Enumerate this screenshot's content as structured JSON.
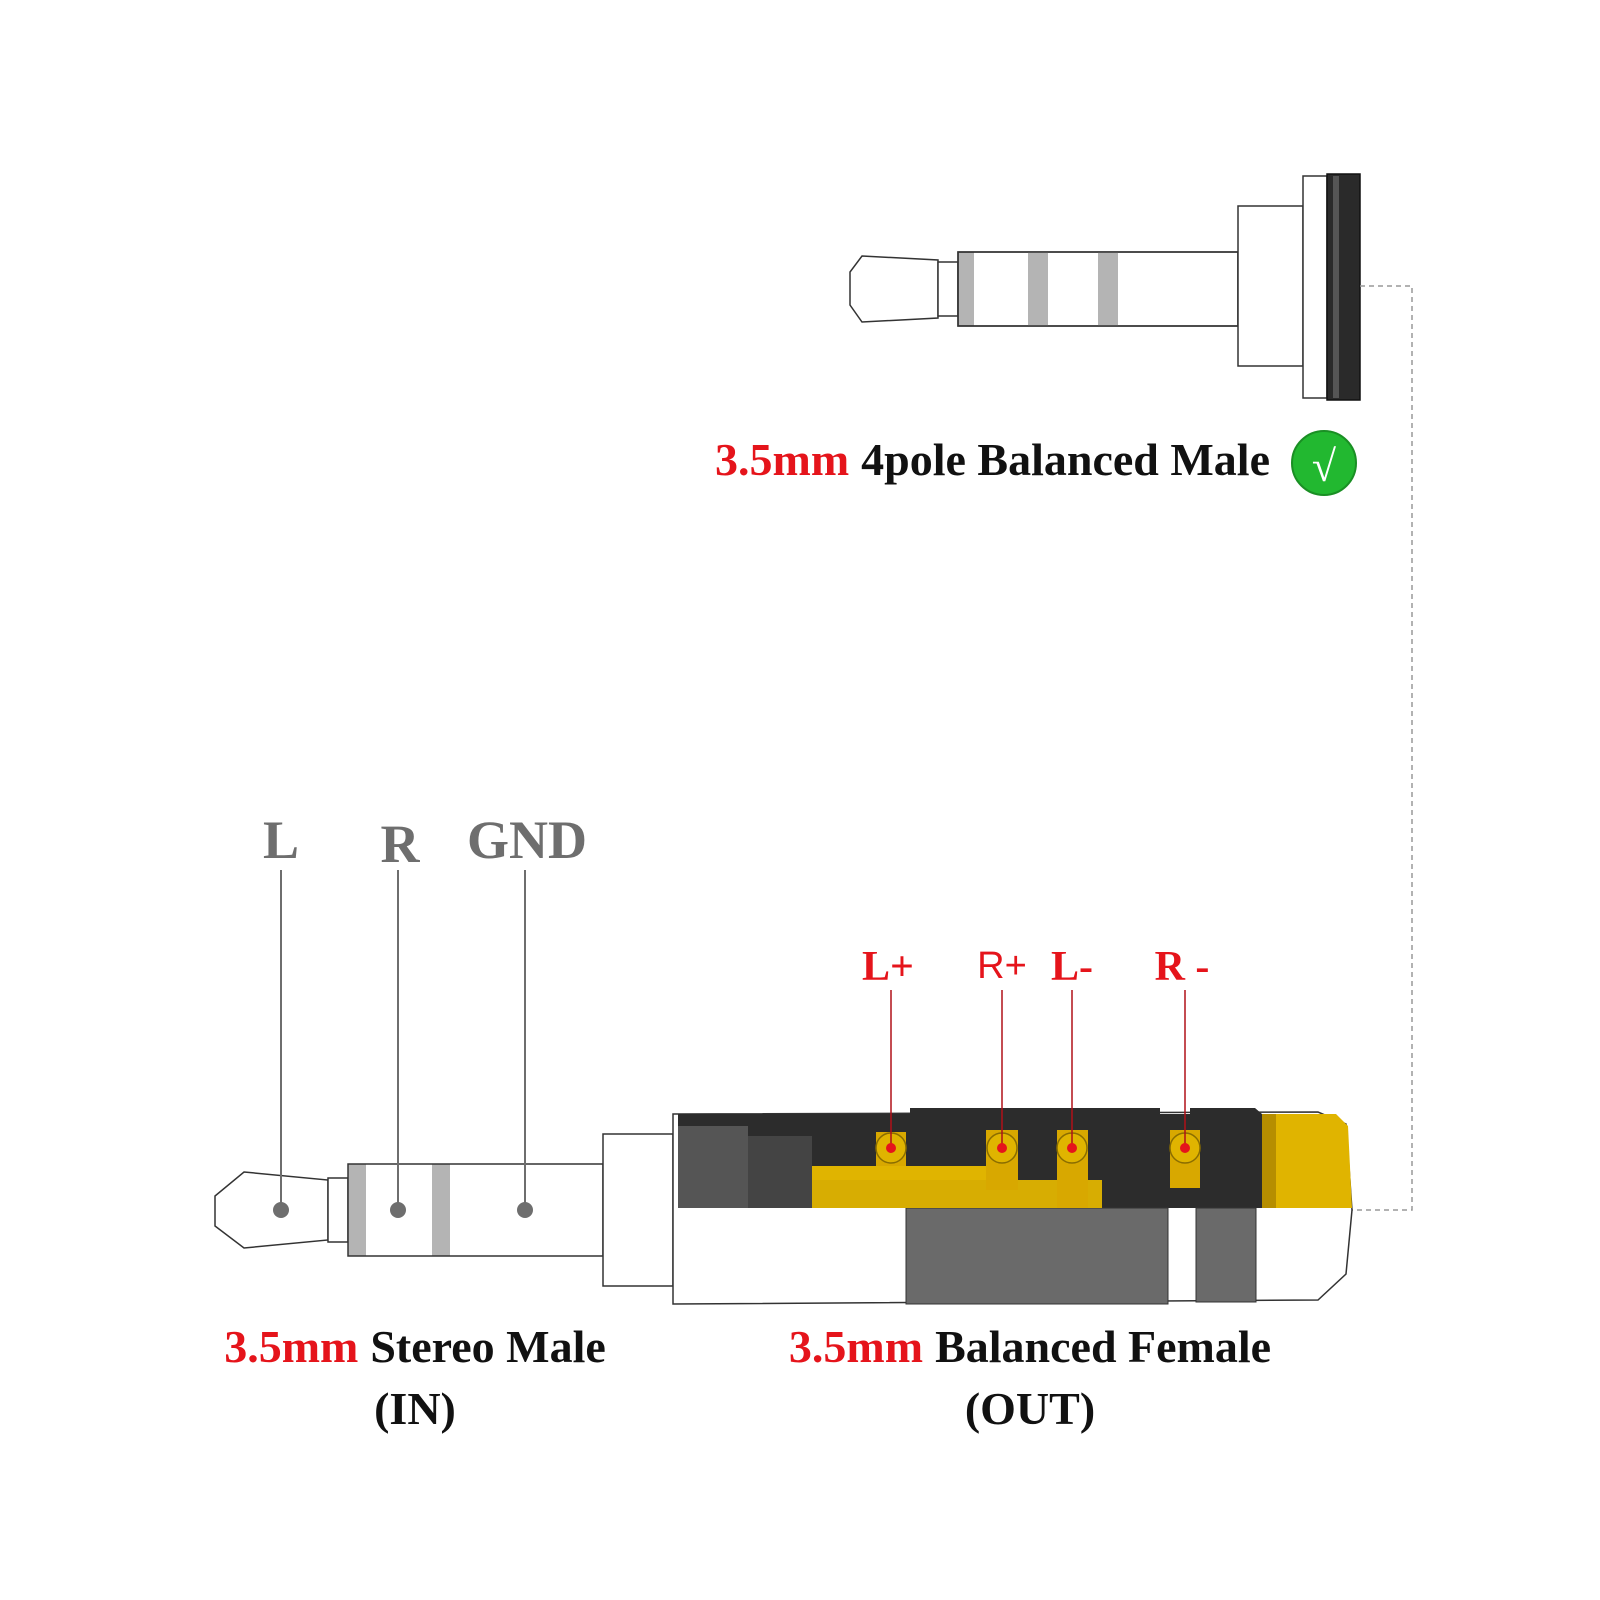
{
  "colors": {
    "red": "#e5141b",
    "gray_text": "#6e6e6e",
    "black": "#111111",
    "gold": "#e0b400",
    "green": "#22b830",
    "ring_gray": "#b4b4b4",
    "housing_dark": "#2c2c2c",
    "housing_mid": "#6a6a6a"
  },
  "top_plug": {
    "size": "3.5mm",
    "name": "4pole Balanced Male",
    "check_icon": "checkmark-icon",
    "check_glyph": "√"
  },
  "stereo_male": {
    "pins": [
      "L",
      "R",
      "GND"
    ],
    "size": "3.5mm",
    "name": "Stereo Male",
    "direction": "(IN)"
  },
  "balanced_female": {
    "pins": [
      "L+",
      "R+",
      "L-",
      "R -"
    ],
    "size": "3.5mm",
    "name": "Balanced Female",
    "direction": "(OUT)"
  }
}
